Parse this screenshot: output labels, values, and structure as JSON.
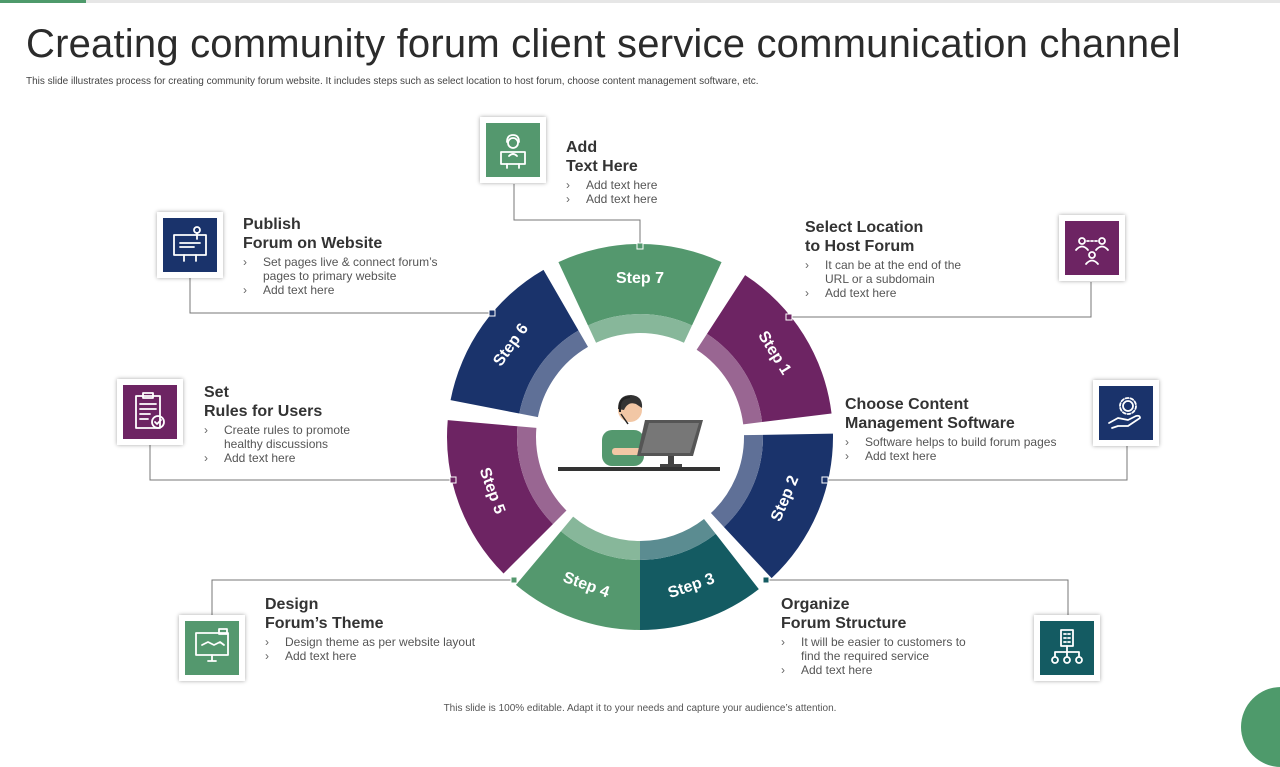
{
  "slide": {
    "title": "Creating community forum client service communication channel",
    "subtitle": "This slide illustrates process for creating community forum website. It includes steps such as select location to host forum, choose content management  software, etc.",
    "footer": "This slide is 100% editable.  Adapt it to your needs and capture your audience’s attention."
  },
  "colors": {
    "green": "#54986e",
    "navy": "#1a336b",
    "purple": "#6d2463",
    "teal": "#145b62",
    "magenta": "#7b2468"
  },
  "steps": [
    {
      "label": "Step 1",
      "title": "Select Location\nto Host Forum",
      "bullets": [
        "It can be at the end of the\nURL or a subdomain",
        "Add text here"
      ],
      "icon": "network-users-icon",
      "color": "#6d2463"
    },
    {
      "label": "Step 2",
      "title": "Choose Content\nManagement Software",
      "bullets": [
        "Software helps to build forum pages",
        "Add text here"
      ],
      "icon": "hand-gear-icon",
      "color": "#1a336b"
    },
    {
      "label": "Step 3",
      "title": "Organize\nForum Structure",
      "bullets": [
        "It will be easier to customers to\nfind the required service",
        "Add text here"
      ],
      "icon": "org-structure-icon",
      "color": "#145b62"
    },
    {
      "label": "Step 4",
      "title": "Design\nForum’s Theme",
      "bullets": [
        "Design theme as per website layout",
        "Add text here"
      ],
      "icon": "monitor-handshake-icon",
      "color": "#54986e"
    },
    {
      "label": "Step 5",
      "title": "Set\nRules for Users",
      "bullets": [
        "Create rules to promote\nhealthy discussions",
        "Add text here"
      ],
      "icon": "clipboard-check-icon",
      "color": "#6d2463"
    },
    {
      "label": "Step 6",
      "title": "Publish\nForum on Website",
      "bullets": [
        "Set pages live & connect forum’s\npages to primary website",
        "Add text here"
      ],
      "icon": "presenter-board-icon",
      "color": "#1a336b"
    },
    {
      "label": "Step 7",
      "title": "Add\nText Here",
      "bullets": [
        "Add text here",
        "Add text here"
      ],
      "icon": "support-agent-icon",
      "color": "#54986e"
    }
  ]
}
